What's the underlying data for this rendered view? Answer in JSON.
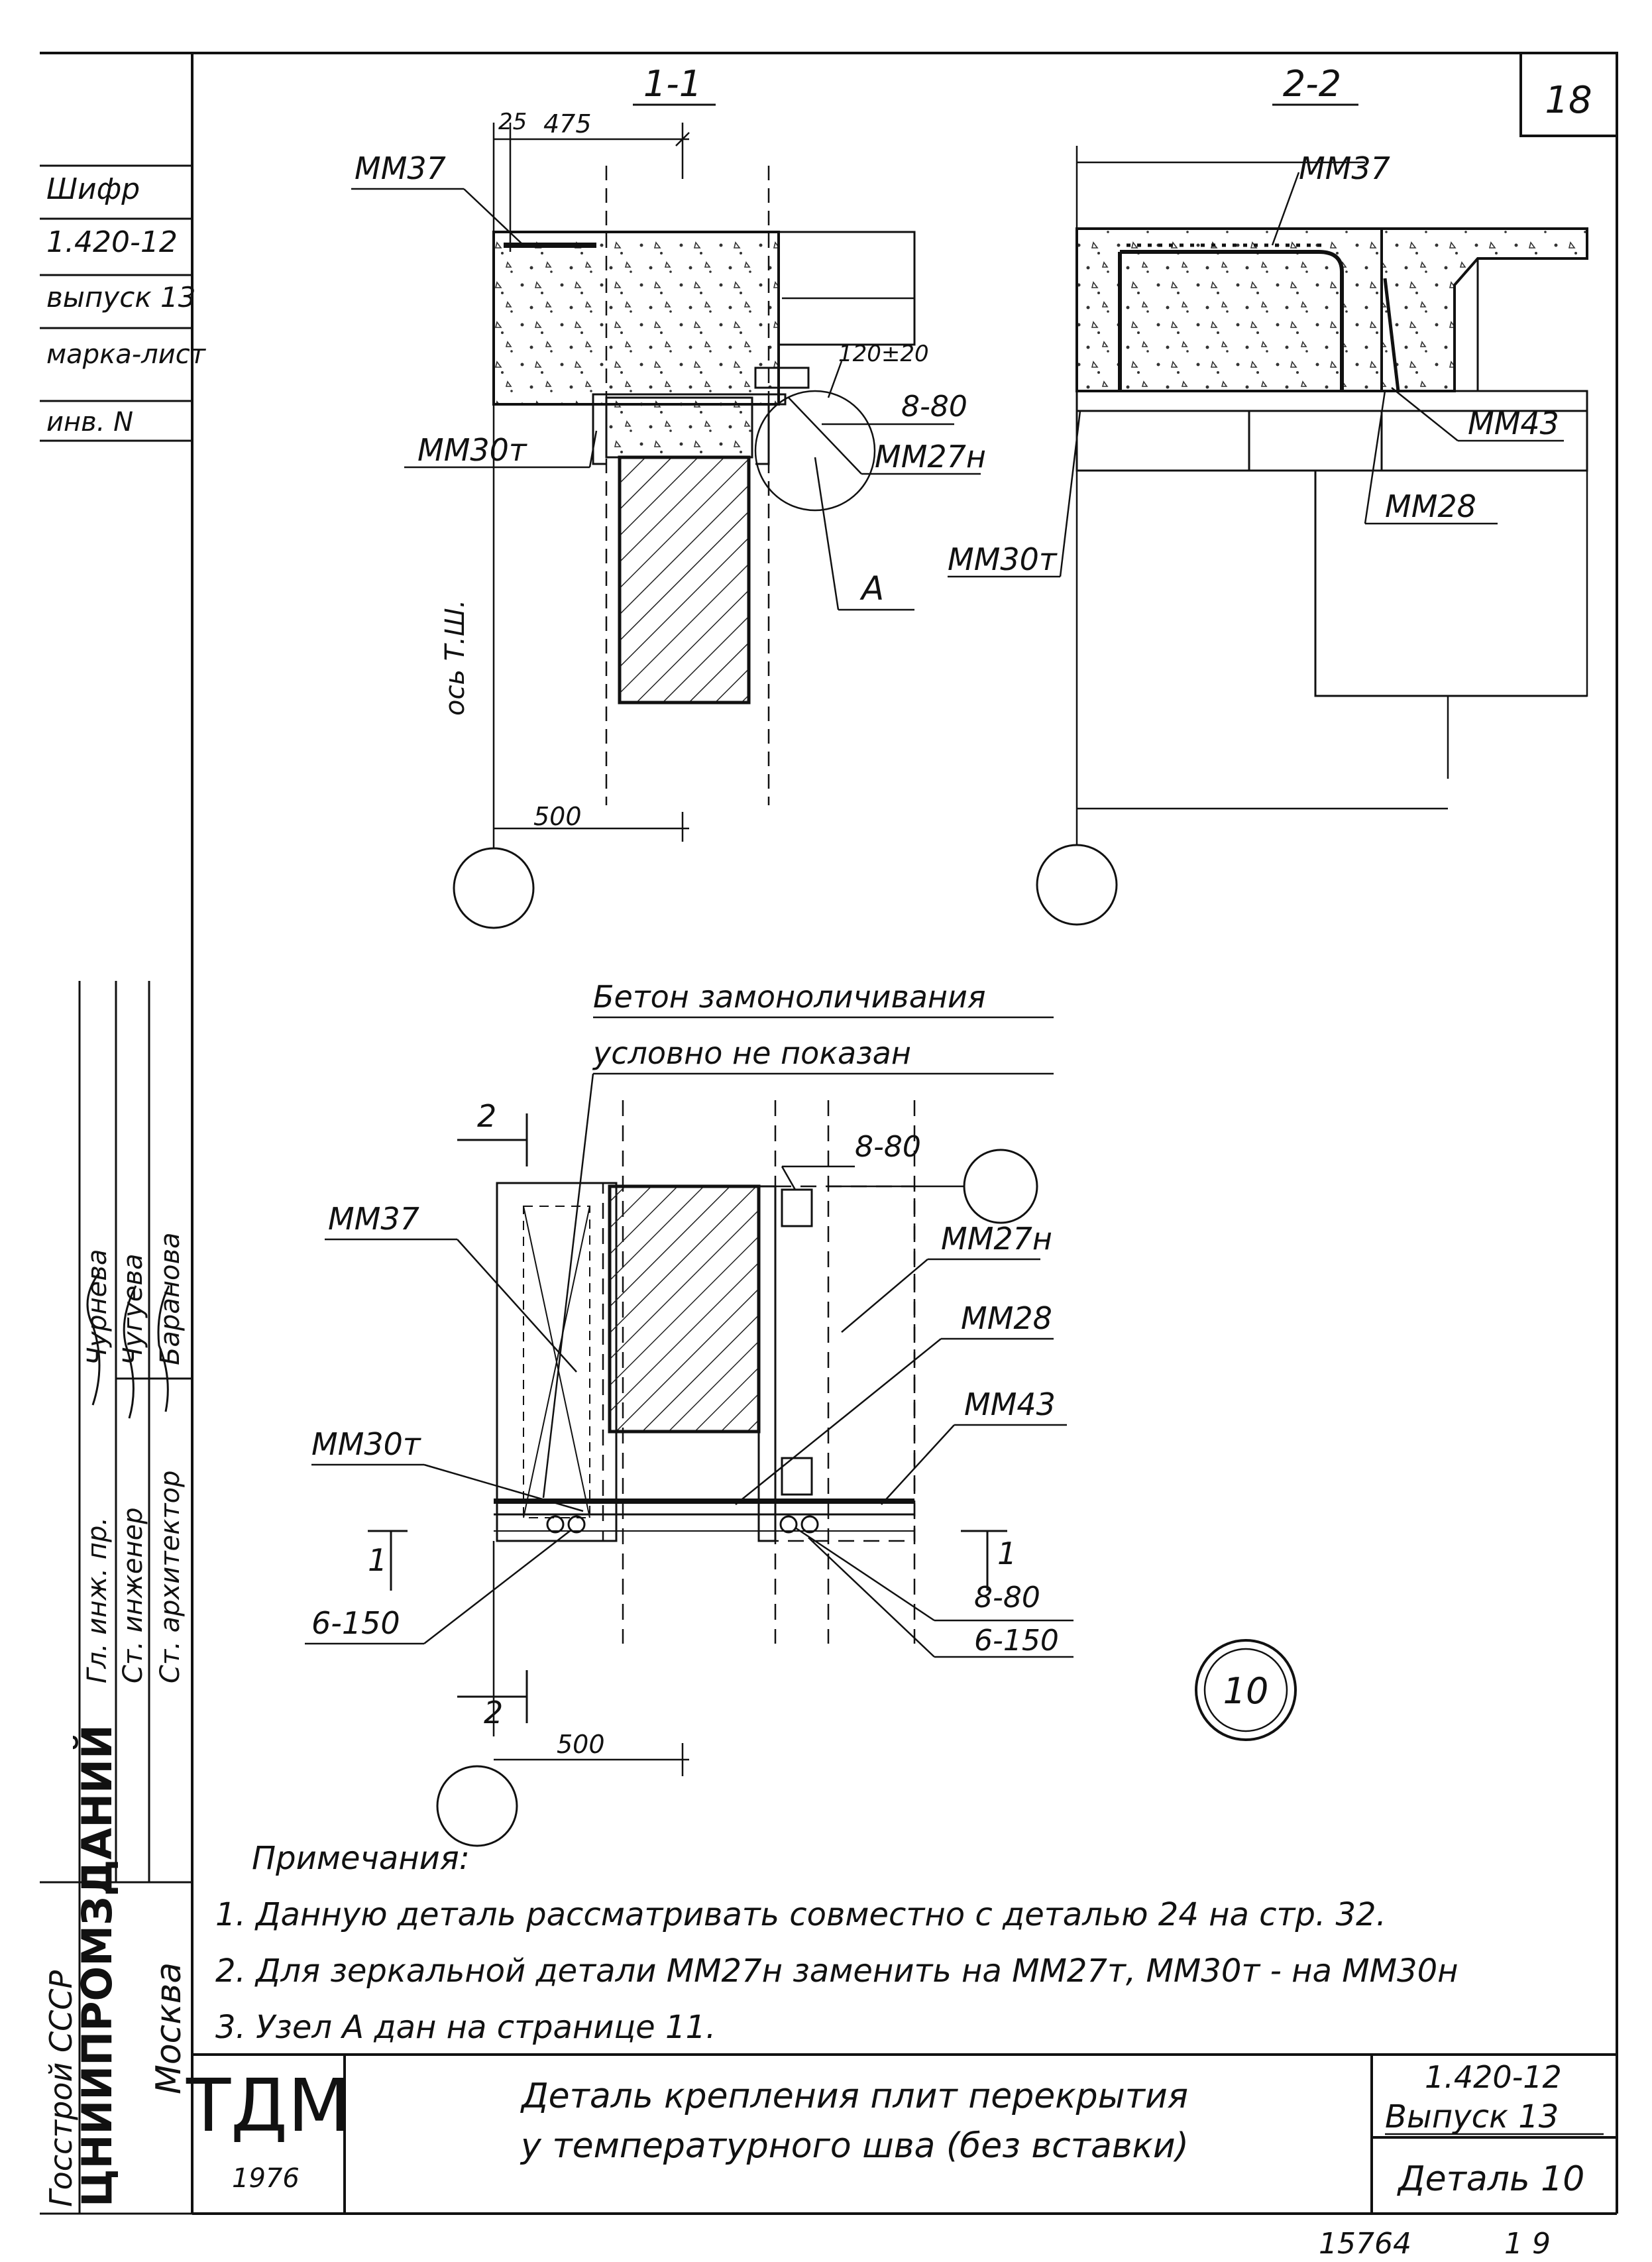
{
  "sheet": {
    "page_number": "18",
    "footer_number_left": "15764",
    "footer_number_right": "1 9"
  },
  "side_stamp": {
    "top_rows": [
      "Шифр",
      "1.420-12",
      "выпуск 13",
      "марка-лист",
      "инв. N"
    ],
    "organization": "ЦНИИПРОМЗДАНИЙ",
    "authority": "Госстрой СССР",
    "city": "Москва",
    "roles": [
      "Гл. инж. пр.",
      "Ст. инженер",
      "Ст. архитектор"
    ],
    "names": [
      "Чурнева",
      "Чугуева",
      "Баранова"
    ]
  },
  "section_1": {
    "title": "1-1",
    "dim_25": "25",
    "dim_475": "475",
    "dim_500": "500",
    "label_mm37": "ММ37",
    "label_mm30t": "ММ30т",
    "label_mm27n": "ММ27н",
    "label_8_80": "8-80",
    "label_120": "120±20",
    "label_a": "А",
    "axis_label": "ось Т.Ш."
  },
  "section_2": {
    "title": "2-2",
    "label_mm37": "ММ37",
    "label_mm43": "ММ43",
    "label_mm28": "ММ28",
    "label_mm30t": "ММ30т"
  },
  "plan": {
    "note_line1": "Бетон замоноличивания",
    "note_line2": "условно не показан",
    "cut_2_top": "2",
    "cut_2_bottom": "2",
    "cut_1_left": "1",
    "cut_1_right": "1",
    "label_8_80_top": "8-80",
    "label_mm37": "ММ37",
    "label_mm27n": "ММ27н",
    "label_mm28": "ММ28",
    "label_mm43": "ММ43",
    "label_mm30t": "ММ30т",
    "label_6_150_left": "6-150",
    "label_8_80_bottom": "8-80",
    "label_6_150_right": "6-150",
    "dim_500": "500"
  },
  "detail_marker": "10",
  "notes": {
    "heading": "Примечания:",
    "items": [
      "1. Данную деталь рассматривать совместно с деталью 24 на стр. 32.",
      "2. Для зеркальной детали ММ27н заменить на ММ27т, ММ30т - на ММ30н",
      "3. Узел А дан на странице 11."
    ]
  },
  "title_block": {
    "logo": "ТДМ",
    "year": "1976",
    "title_line1": "Деталь крепления плит перекрытия",
    "title_line2": "у температурного шва (без вставки)",
    "series": "1.420-12",
    "issue": "Выпуск 13",
    "detail": "Деталь 10"
  }
}
